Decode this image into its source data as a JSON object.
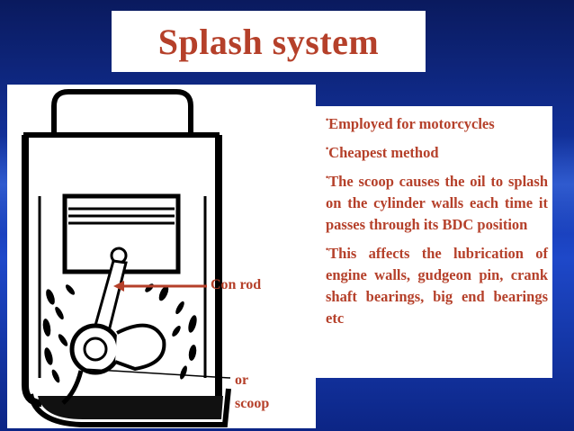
{
  "slide": {
    "title": "Splash system",
    "bullets": [
      "Employed for motorcycles",
      "Cheapest method",
      "The scoop causes the oil to splash on the cylinder walls each time it passes through its BDC position",
      "This affects the lubrication of engine walls, gudgeon pin, crank shaft bearings, big end bearings etc"
    ],
    "bullet_marker": "•"
  },
  "diagram": {
    "labels": {
      "con_rod": "Con rod",
      "or": "or",
      "scoop": "scoop"
    },
    "arrow_color": "#b5402a"
  }
}
